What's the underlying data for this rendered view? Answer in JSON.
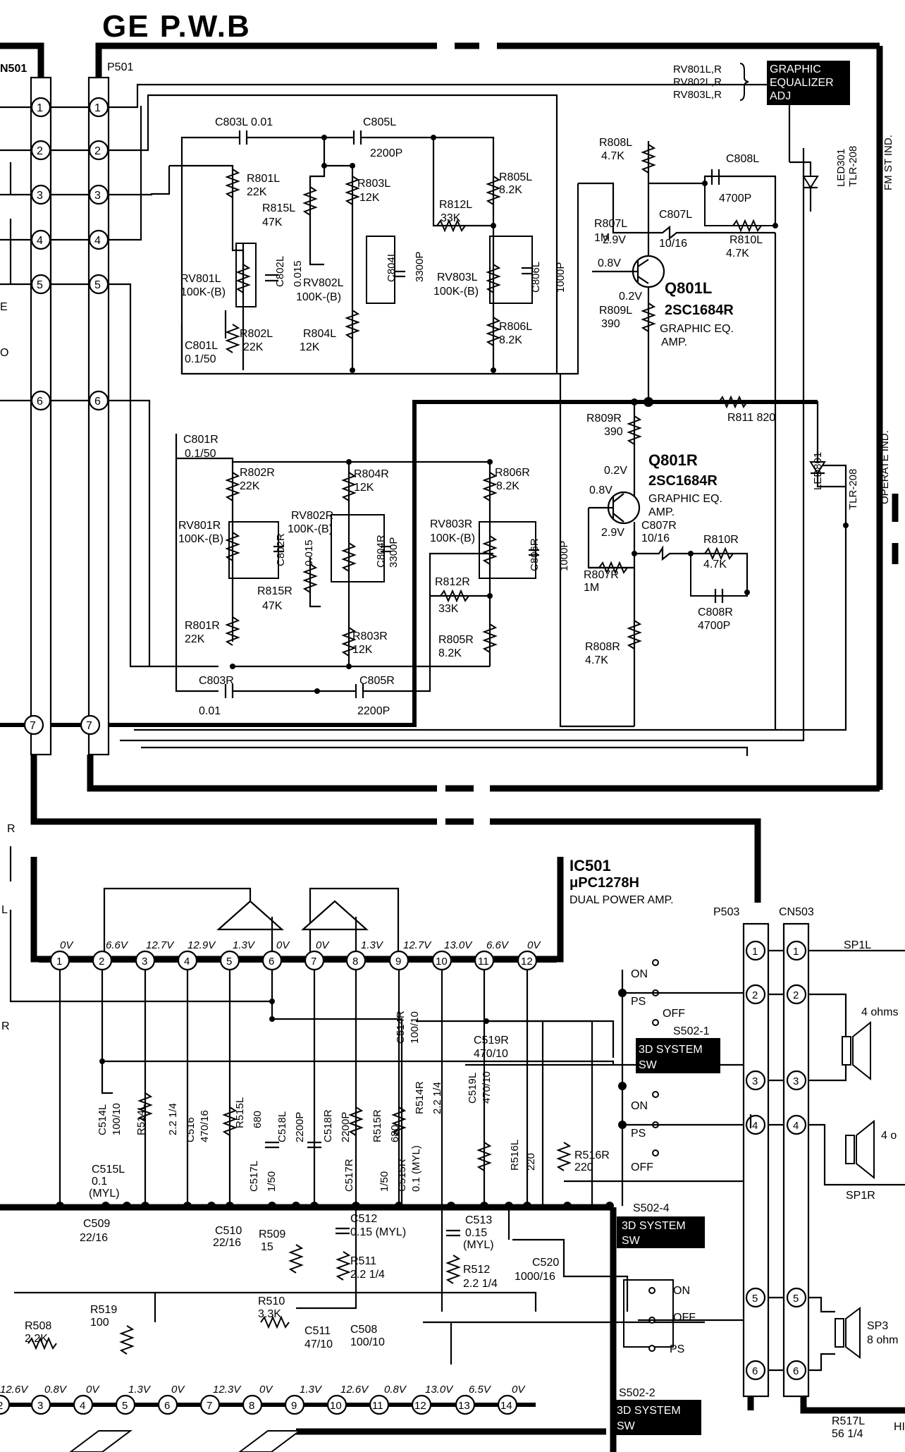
{
  "title": "GE P.W.B",
  "connectors": {
    "cn501": "N501",
    "p501": "P501",
    "p503": "P503",
    "cn503": "CN503"
  },
  "pins_top": [
    "1",
    "2",
    "3",
    "4",
    "5",
    "6",
    "7"
  ],
  "adj_note": {
    "lines": [
      "RV801L,R",
      "RV802L,R",
      "RV803L,R"
    ],
    "box": [
      "GRAPHIC",
      "EQUALIZER",
      "ADJ"
    ]
  },
  "leds": {
    "led301": "LED301",
    "led301_part": "TLR-208",
    "led301_func": "FM ST IND.",
    "led801": "LED801",
    "led801_part": "TLR-208",
    "led801_func": "OPERATE IND."
  },
  "transistors": {
    "q801l": {
      "ref": "Q801L",
      "part": "2SC1684R",
      "desc1": "GRAPHIC EQ.",
      "desc2": "AMP.",
      "v_b": "0.8V",
      "v_c": "2.9V",
      "v_e": "0.2V"
    },
    "q801r": {
      "ref": "Q801R",
      "part": "2SC1684R",
      "desc1": "GRAPHIC EQ.",
      "desc2": "AMP.",
      "v_b": "0.8V",
      "v_c": "2.9V",
      "v_e": "0.2V"
    }
  },
  "eq_left": {
    "c803l": "C803L 0.01",
    "c805l": "C805L",
    "c805l_v": "2200P",
    "r801l": "R801L",
    "r801l_v": "22K",
    "r815l": "R815L",
    "r815l_v": "47K",
    "r803l": "R803L",
    "r803l_v": "12K",
    "r812l": "R812L",
    "r812l_v": "33K",
    "r805l": "R805L",
    "r805l_v": "8.2K",
    "rv801l": "RV801L",
    "rv801l_v": "100K-(B)",
    "c802l": "C802L",
    "c802l_v": "0.015",
    "rv802l": "RV802L",
    "rv802l_v": "100K-(B)",
    "c804l": "C804L",
    "c804l_v": "3300P",
    "rv803l": "RV803L",
    "rv803l_v": "100K-(B)",
    "c806l": "C806L",
    "c806l_v": "1000P",
    "c801l": "C801L",
    "c801l_v": "0.1/50",
    "r802l": "R802L",
    "r802l_v": "22K",
    "r804l": "R804L",
    "r804l_v": "12K",
    "r806l": "R806L",
    "r806l_v": "8.2K",
    "r808l": "R808L",
    "r808l_v": "4.7K",
    "c808l": "C808L",
    "c808l_v": "4700P",
    "r807l": "R807L",
    "r807l_v": "1M",
    "c807l": "C807L",
    "c807l_v": "10/16",
    "r810l": "R810L",
    "r810l_v": "4.7K",
    "r809l": "R809L",
    "r809l_v": "390",
    "r811": "R811 820"
  },
  "eq_right": {
    "c801r": "C801R",
    "c801r_v": "0.1/50",
    "r802r": "R802R",
    "r802r_v": "22K",
    "r804r": "R804R",
    "r804r_v": "12K",
    "r806r": "R806R",
    "r806r_v": "8.2K",
    "rv801r": "RV801R",
    "rv801r_v": "100K-(B)",
    "c802r": "C802R",
    "c802r_v": "0.015",
    "rv802r": "RV802R",
    "rv802r_v": "100K-(B)",
    "c804r": "C804R",
    "c804r_v": "3300P",
    "rv803r": "RV803R",
    "rv803r_v": "100K-(B)",
    "c806r": "C806R",
    "c806r_v": "1000P",
    "r815r": "R815R",
    "r815r_v": "47K",
    "r812r": "R812R",
    "r812r_v": "33K",
    "r801r": "R801R",
    "r801r_v": "22K",
    "r803r": "R803R",
    "r803r_v": "12K",
    "r805r": "R805R",
    "r805r_v": "8.2K",
    "c803r": "C803R",
    "c803r_v": "0.01",
    "c805r": "C805R",
    "c805r_v": "2200P",
    "r809r": "R809R",
    "r809r_v": "390",
    "c807r": "C807R",
    "c807r_v": "10/16",
    "r810r": "R810R",
    "r810r_v": "4.7K",
    "r807r": "R807R",
    "r807r_v": "1M",
    "c808r": "C808R",
    "c808r_v": "4700P",
    "r808r": "R808R",
    "r808r_v": "4.7K"
  },
  "ic501": {
    "ref": "IC501",
    "part": "μPC1278H",
    "desc": "DUAL POWER AMP.",
    "pins": [
      "1",
      "2",
      "3",
      "4",
      "5",
      "6",
      "7",
      "8",
      "9",
      "10",
      "11",
      "12"
    ],
    "volts": [
      "0V",
      "6.6V",
      "12.7V",
      "12.9V",
      "1.3V",
      "0V",
      "0V",
      "1.3V",
      "12.7V",
      "13.0V",
      "6.6V",
      "0V"
    ]
  },
  "amp_parts": {
    "c514l": "C514L",
    "c514l_v": "100/10",
    "r514l": "R514L",
    "r514l_v": "2.2 1/4",
    "c516": "C516",
    "c516_v": "470/16",
    "r515l": "R515L",
    "r515l_v": "680",
    "c518l": "C518L",
    "c518l_v": "2200P",
    "c518r": "C518R",
    "c518r_v": "2200P",
    "r515r": "R515R",
    "r515r_v": "680",
    "r514r": "R514R",
    "r514r_v": "2.2 1/4",
    "c514r": "C514R",
    "c514r_v": "100/10",
    "c519r": "C519R",
    "c519r_v": "470/10",
    "c519l": "C519L",
    "c519l_v": "470/10",
    "r516l": "R516L",
    "r516l_v": "220",
    "r516r": "R516R",
    "r516r_v": "220",
    "c515l": "C515L",
    "c515l_v": "0.1",
    "c515l_t": "(MYL)",
    "c517l": "C517L",
    "c517l_v": "1/50",
    "c517r": "C517R",
    "c517r_v": "1/50",
    "c515r": "C515R",
    "c515r_v": "0.1 (MYL)",
    "c509": "C509",
    "c509_v": "22/16",
    "c510": "C510",
    "c510_v": "22/16",
    "r509": "R509",
    "r509_v": "15",
    "c512": "C512",
    "c512_v": "0.15 (MYL)",
    "r511": "R511",
    "r511_v": "2.2 1/4",
    "c513": "C513",
    "c513_v": "0.15",
    "c513_t": "(MYL)",
    "r512": "R512",
    "r512_v": "2.2 1/4",
    "c520": "C520",
    "c520_v": "1000/16",
    "r519": "R519",
    "r519_v": "100",
    "r508": "R508",
    "r508_v": "2.2K",
    "r510": "R510",
    "r510_v": "3.3K",
    "c511": "C511",
    "c511_v": "47/10",
    "c508": "C508",
    "c508_v": "100/10",
    "r517l": "R517L",
    "r517l_v": "56 1/4"
  },
  "switches": {
    "s502_1": "S502-1",
    "s502_4": "S502-4",
    "s502_2": "S502-2",
    "box_l1": "3D SYSTEM",
    "box_l2": "SW",
    "on": "ON",
    "off": "OFF",
    "ps": "PS"
  },
  "speakers": {
    "sp1l": "SP1L",
    "sp1r": "SP1R",
    "sp3": "SP3",
    "sp1l_imp": "4 ohms",
    "sp1r_imp": "4 o",
    "sp3_imp": "8 ohm",
    "edge_hi": "HI"
  },
  "ic502_pins": [
    "2",
    "3",
    "4",
    "5",
    "6",
    "7",
    "8",
    "9",
    "10",
    "11",
    "12",
    "13",
    "14"
  ],
  "ic502_volts": [
    "12.6V",
    "0.8V",
    "0V",
    "1.3V",
    "0V",
    "12.3V",
    "0V",
    "1.3V",
    "12.6V",
    "0.8V",
    "13.0V",
    "6.5V",
    "0V"
  ],
  "edge_fragments": {
    "r_top": "R",
    "l_top": "L",
    "r_mid": "R",
    "edge_e": "E",
    "edge_o": "O"
  }
}
